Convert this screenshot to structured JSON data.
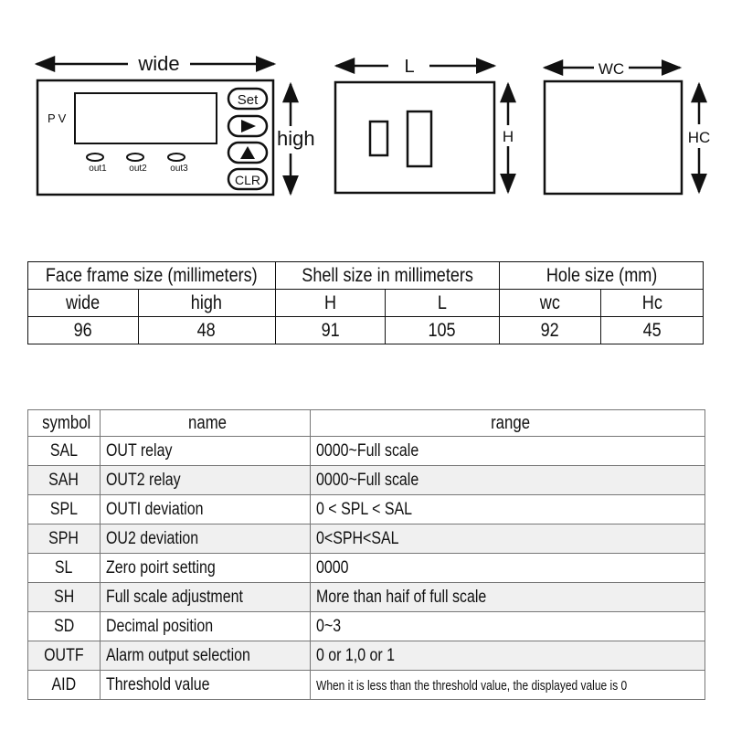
{
  "diagram": {
    "front": {
      "width_label": "wide",
      "height_label": "high",
      "pv_label": "PV",
      "buttons": [
        "Set",
        "▶",
        "▲",
        "CLR"
      ],
      "leds": [
        "out1",
        "out2",
        "out3"
      ]
    },
    "shell": {
      "length_label": "L",
      "height_label": "H"
    },
    "hole": {
      "width_label": "WC",
      "height_label": "HC"
    }
  },
  "size_table": {
    "groups": [
      "Face frame size (millimeters)",
      "Shell size in millimeters",
      "Hole size (mm)"
    ],
    "columns": [
      "wide",
      "high",
      "H",
      "L",
      "wc",
      "Hc"
    ],
    "values": [
      "96",
      "48",
      "91",
      "105",
      "92",
      "45"
    ]
  },
  "param_table": {
    "headers": [
      "symbol",
      "name",
      "range"
    ],
    "rows": [
      {
        "symbol": "SAL",
        "name": "OUT relay",
        "range": "0000~Full scale"
      },
      {
        "symbol": "SAH",
        "name": "OUT2 relay",
        "range": "0000~Full scale"
      },
      {
        "symbol": "SPL",
        "name": "OUTI deviation",
        "range": "0 < SPL < SAL"
      },
      {
        "symbol": "SPH",
        "name": "OU2 deviation",
        "range": "0<SPH<SAL"
      },
      {
        "symbol": "SL",
        "name": "Zero poirt setting",
        "range": "0000"
      },
      {
        "symbol": "SH",
        "name": "Full scale adjustment",
        "range": "More than haif of full scale"
      },
      {
        "symbol": "SD",
        "name": "Decimal position",
        "range": "0~3"
      },
      {
        "symbol": "OUTF",
        "name": "Alarm output selection",
        "range": "0 or 1,0 or 1"
      },
      {
        "symbol": "AID",
        "name": "Threshold value",
        "range": "When it is less than the threshold value, the displayed value is 0"
      }
    ]
  }
}
